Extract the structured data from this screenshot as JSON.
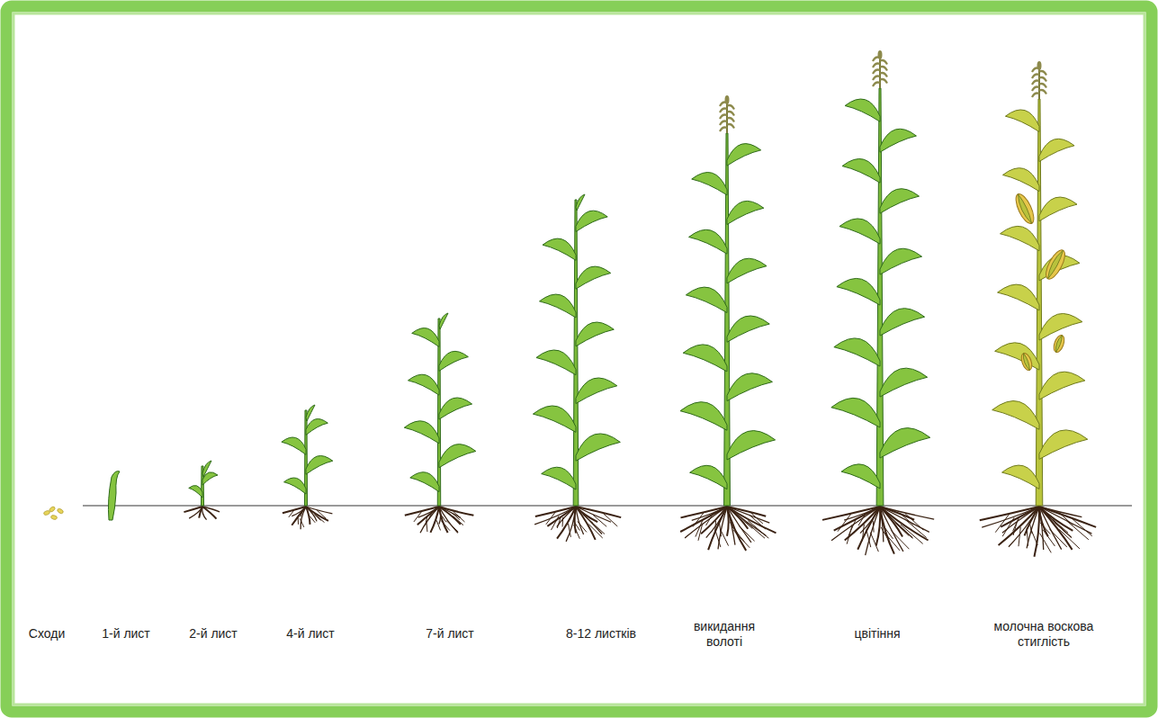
{
  "diagram": {
    "labels": [
      "Сходи",
      "1-й лист",
      "2-й лист",
      "4-й лист",
      "7-й лист",
      "8-12 листків",
      "викидання волоті",
      "цвітіння",
      "молочна воскова стиглість"
    ]
  }
}
